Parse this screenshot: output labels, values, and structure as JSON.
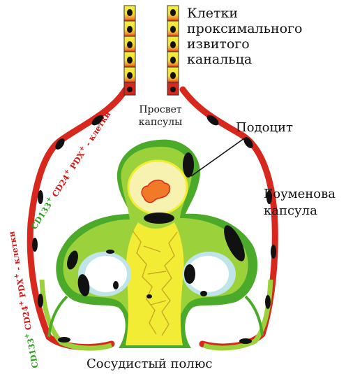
{
  "labels": {
    "tubule": [
      "Клетки",
      "проксимального",
      "извитого",
      "канальца"
    ],
    "lumen": [
      "Просвет",
      "капсулы"
    ],
    "podocyte": "Подоцит",
    "bowman": [
      "Боуменова",
      "капсула"
    ],
    "vascular_pole": "Сосудистый полюс"
  },
  "side_labels": {
    "upper": {
      "cd133": "CD133",
      "cd24": "CD24",
      "pdx": "PDX",
      "tail": "- клетки"
    },
    "lower": {
      "cd133": "CD133",
      "cd24": "CD24",
      "pdx": "PDX",
      "tail": "- клетки"
    },
    "superscript": "+"
  },
  "colors": {
    "light_green": "#9bd23c",
    "dark_green": "#4caa2a",
    "yellow": "#f2ec34",
    "red": "#d8271c",
    "orange": "#f07a28",
    "nucleus": "#111111",
    "light_blue": "#bfe4ea"
  }
}
